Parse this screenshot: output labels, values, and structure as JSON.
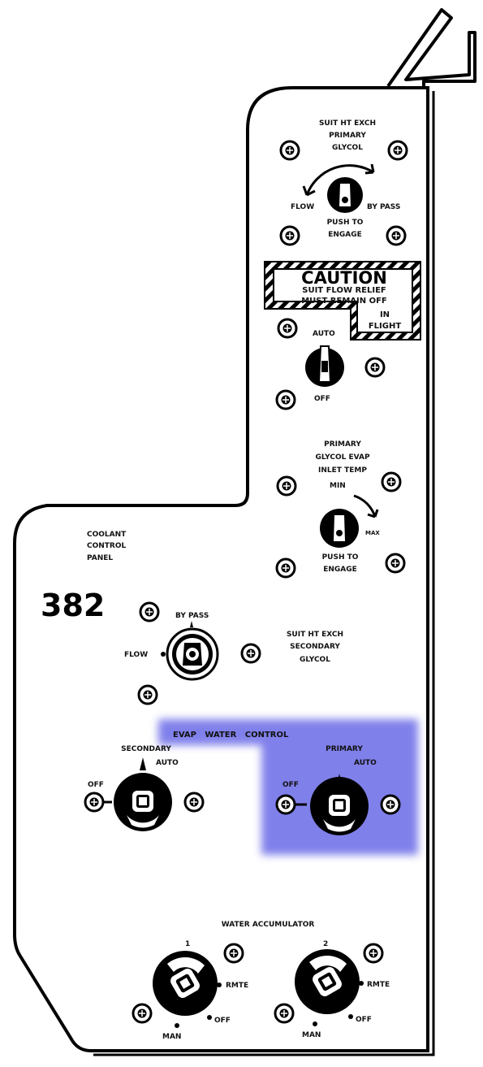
{
  "panel": {
    "number": "382",
    "title_lines": [
      "COOLANT",
      "CONTROL",
      "PANEL"
    ]
  },
  "suit_ht_exch_primary": {
    "label_lines": [
      "SUIT  HT  EXCH",
      "PRIMARY",
      "GLYCOL"
    ],
    "pos_flow": "FLOW",
    "pos_bypass": "BY PASS",
    "push_lines": [
      "PUSH TO",
      "ENGAGE"
    ]
  },
  "caution_placard": {
    "title": "CAUTION",
    "lines": [
      "SUIT FLOW RELIEF",
      "MUST REMAIN OFF",
      "IN",
      "FLIGHT"
    ]
  },
  "suit_flow_relief_switch": {
    "pos_auto": "AUTO",
    "pos_off": "OFF"
  },
  "primary_glycol_evap_inlet_temp": {
    "label_lines": [
      "PRIMARY",
      "GLYCOL EVAP",
      "INLET TEMP"
    ],
    "pos_min": "MIN",
    "pos_max": "MAX",
    "push_lines": [
      "PUSH TO",
      "ENGAGE"
    ]
  },
  "suit_ht_exch_secondary": {
    "label_lines": [
      "SUIT  HT  EXCH",
      "SECONDARY",
      "GLYCOL"
    ],
    "pos_bypass": "BY PASS",
    "pos_flow": "FLOW"
  },
  "evap_water_control": {
    "title": "EVAP   WATER   CONTROL",
    "secondary": {
      "label": "SECONDARY",
      "pos_auto": "AUTO",
      "pos_off": "OFF"
    },
    "primary": {
      "label": "PRIMARY",
      "pos_auto": "AUTO",
      "pos_off": "OFF"
    },
    "highlight_color": "#6a6ae8"
  },
  "water_accumulator": {
    "title": "WATER ACCUMULATOR",
    "units": [
      {
        "number": "1",
        "pos_rmte": "RMTE",
        "pos_off": "OFF",
        "pos_man": "MAN"
      },
      {
        "number": "2",
        "pos_rmte": "RMTE",
        "pos_off": "OFF",
        "pos_man": "MAN"
      }
    ]
  }
}
